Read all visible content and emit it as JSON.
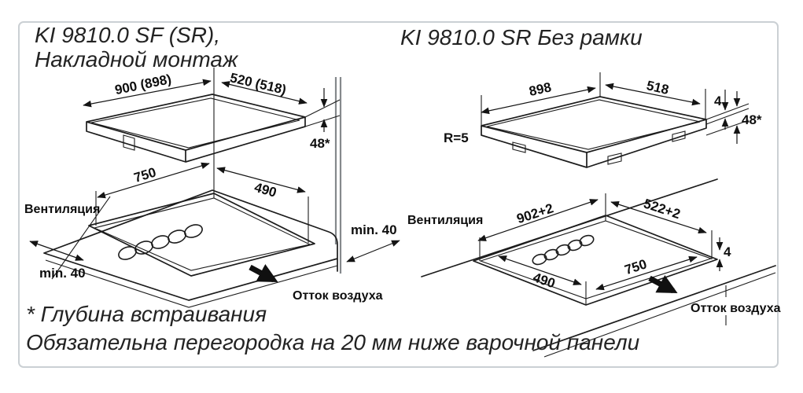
{
  "left_diagram": {
    "title_line1": "KI 9810.0 SF (SR),",
    "title_line2": "Накладной монтаж",
    "dim_width": "900 (898)",
    "dim_depth": "520 (518)",
    "dim_height": "48*",
    "dim_750": "750",
    "dim_490": "490",
    "clearance_bottom": "min. 40",
    "clearance_side": "min. 40",
    "label_ventilation": "Вентиляция",
    "label_outflow": "Отток воздуха"
  },
  "right_diagram": {
    "title": "KI 9810.0 SR Без рамки",
    "dim_width": "898",
    "dim_depth": "518",
    "dim_glass": "4",
    "dim_height": "48*",
    "dim_radius": "R=5",
    "dim_cut_width": "902+2",
    "dim_cut_depth": "522+2",
    "dim_step": "4",
    "dim_490": "490",
    "dim_750": "750",
    "label_ventilation": "Вентиляция",
    "label_outflow": "Отток воздуха"
  },
  "footnotes": {
    "line1": "* Глубина встраивания",
    "line2": "Обязательна перегородка на 20 мм ниже варочной панели"
  },
  "colors": {
    "line": "#1c1c1c",
    "wall": "#85898c",
    "frame_border": "#cbd0d4",
    "text": "#111111"
  }
}
